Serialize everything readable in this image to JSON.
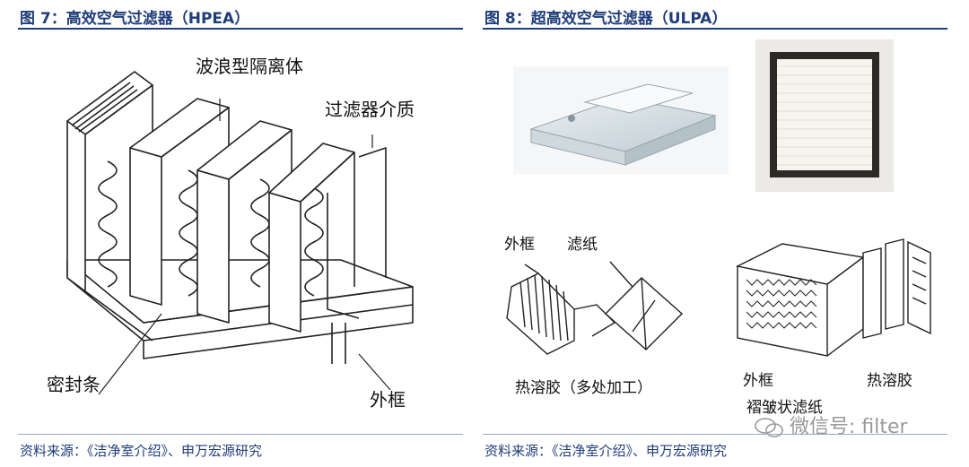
{
  "left_panel": {
    "title": "图 7：高效空气过滤器（HPEA）",
    "labels": {
      "separator": "波浪型隔离体",
      "filter_media": "过滤器介质",
      "seal_strip": "密封条",
      "outer_frame": "外框"
    },
    "source": "资料来源：《洁净室介绍》、申万宏源研究"
  },
  "right_panel": {
    "title": "图 8：超高效空气过滤器（ULPA）",
    "labels": {
      "outer_frame_1": "外框",
      "filter_paper": "滤纸",
      "hot_melt_multi": "热溶胶（多处加工）",
      "outer_frame_2": "外框",
      "hot_melt": "热溶胶",
      "pleated_paper": "褶皱状滤纸"
    },
    "source": "资料来源：《洁净室介绍》、申万宏源研究"
  },
  "watermark": {
    "text": "微信号: filter"
  },
  "colors": {
    "accent": "#1f3d7a"
  }
}
